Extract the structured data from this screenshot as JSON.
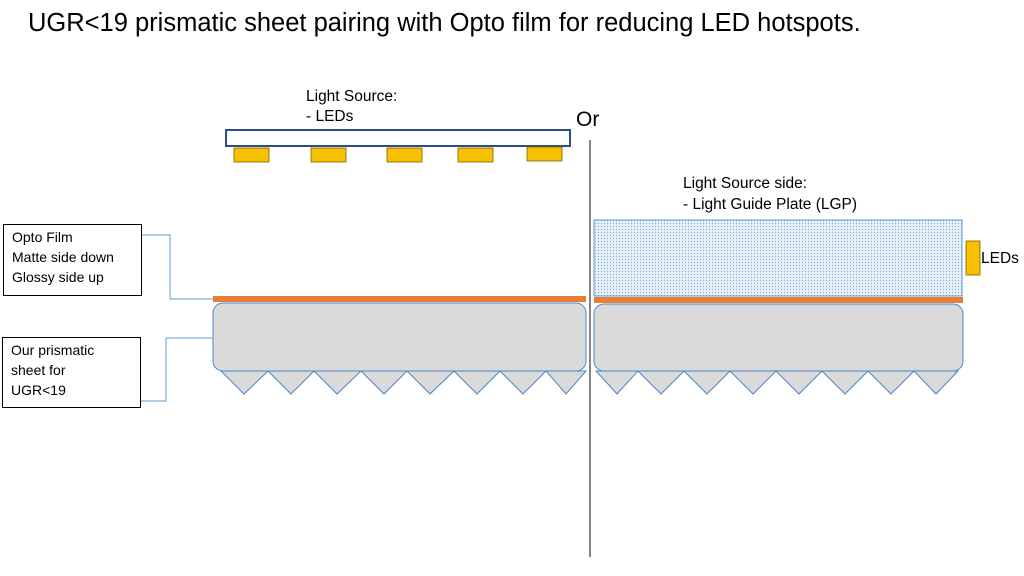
{
  "title": "UGR<19 prismatic sheet pairing with Opto film for reducing LED hotspots.",
  "left_source": {
    "heading": "Light Source:",
    "item": "- LEDs"
  },
  "divider_label": "Or",
  "right_source": {
    "heading": "Light Source side:",
    "item": "- Light Guide Plate (LGP)",
    "side_led_label": "LEDs"
  },
  "callouts": {
    "opto_film": [
      "Opto Film",
      "Matte side down",
      "Glossy side up"
    ],
    "prismatic_sheet": [
      "Our prismatic",
      "sheet for",
      "UGR<19"
    ]
  },
  "colors": {
    "led": "#f7c100",
    "opto_film": "#e67e3a",
    "sheet_fill": "#dadada",
    "sheet_stroke": "#4a86c5",
    "lgp_fill": "#dbe8f5",
    "leader": "#5b9bd5",
    "source_frame": "#2e4d84"
  }
}
